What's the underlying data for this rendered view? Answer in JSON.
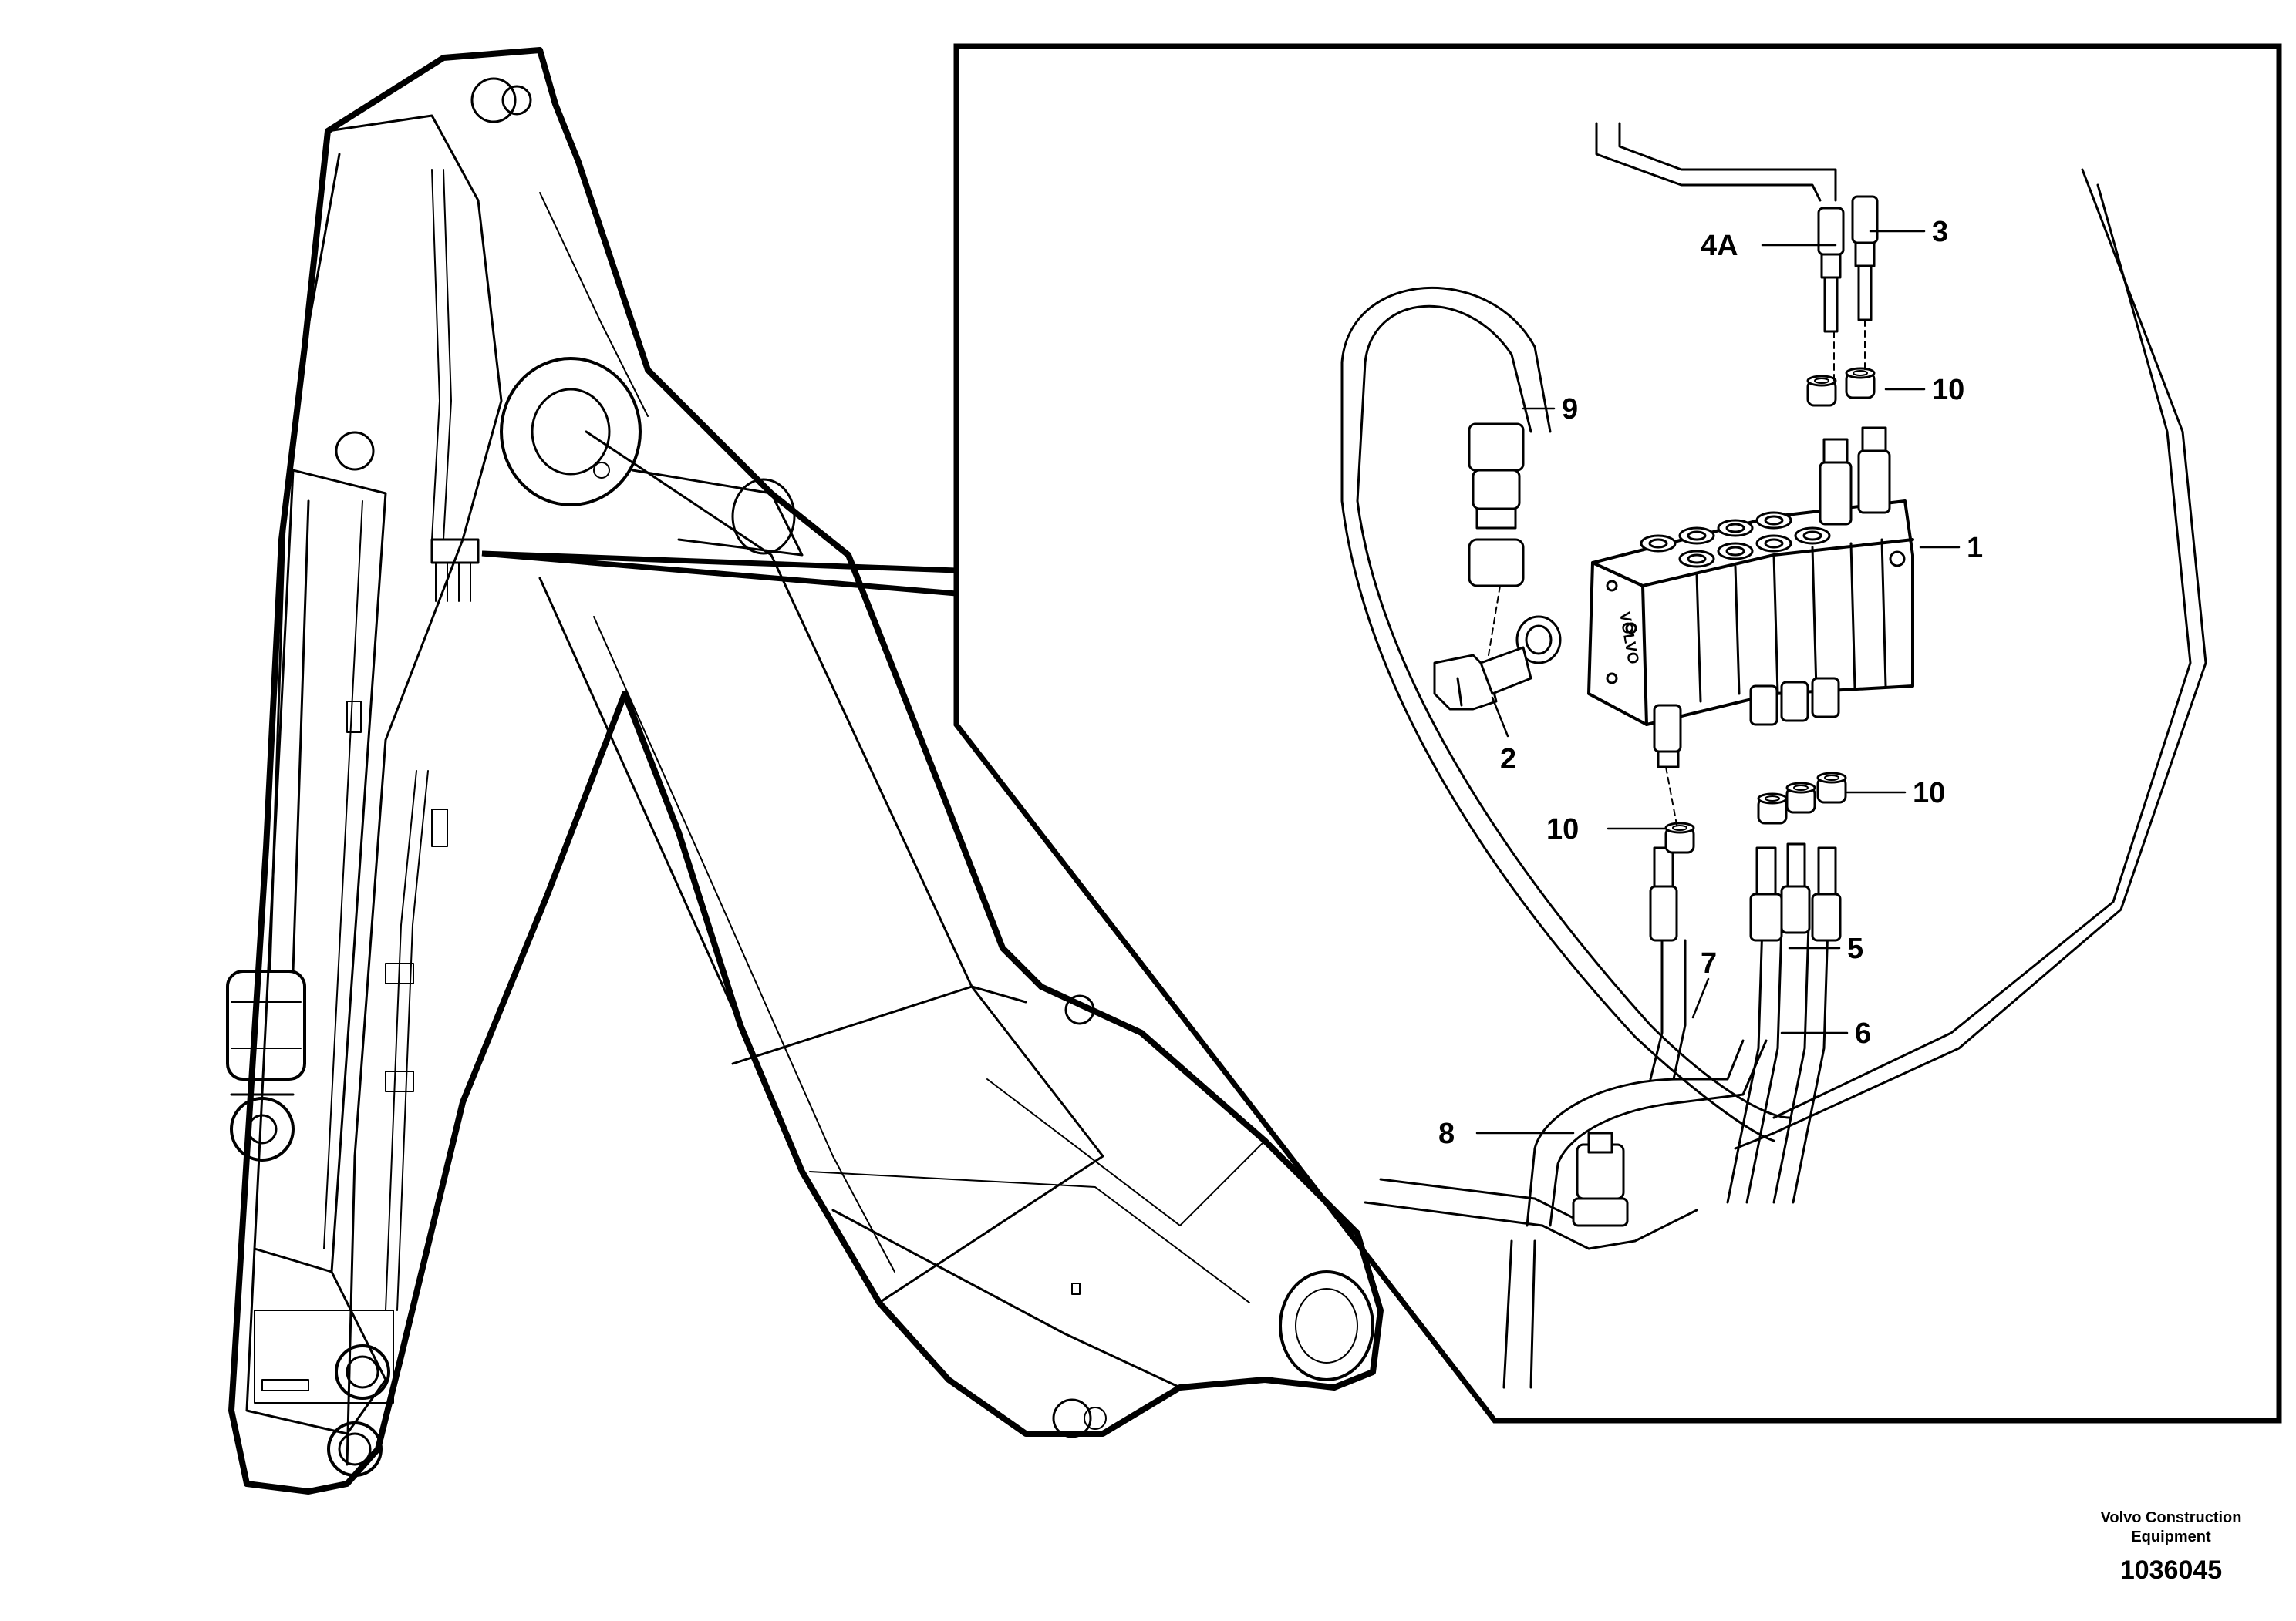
{
  "callouts": {
    "c1": "1",
    "c2": "2",
    "c3": "3",
    "c4a": "4A",
    "c5": "5",
    "c6": "6",
    "c7": "7",
    "c8": "8",
    "c9": "9",
    "c10a": "10",
    "c10b": "10",
    "c10c": "10"
  },
  "footer": {
    "company_line1": "Volvo Construction",
    "company_line2": "Equipment",
    "drawing_number": "1036045"
  },
  "valve_marking": "VOLVO"
}
